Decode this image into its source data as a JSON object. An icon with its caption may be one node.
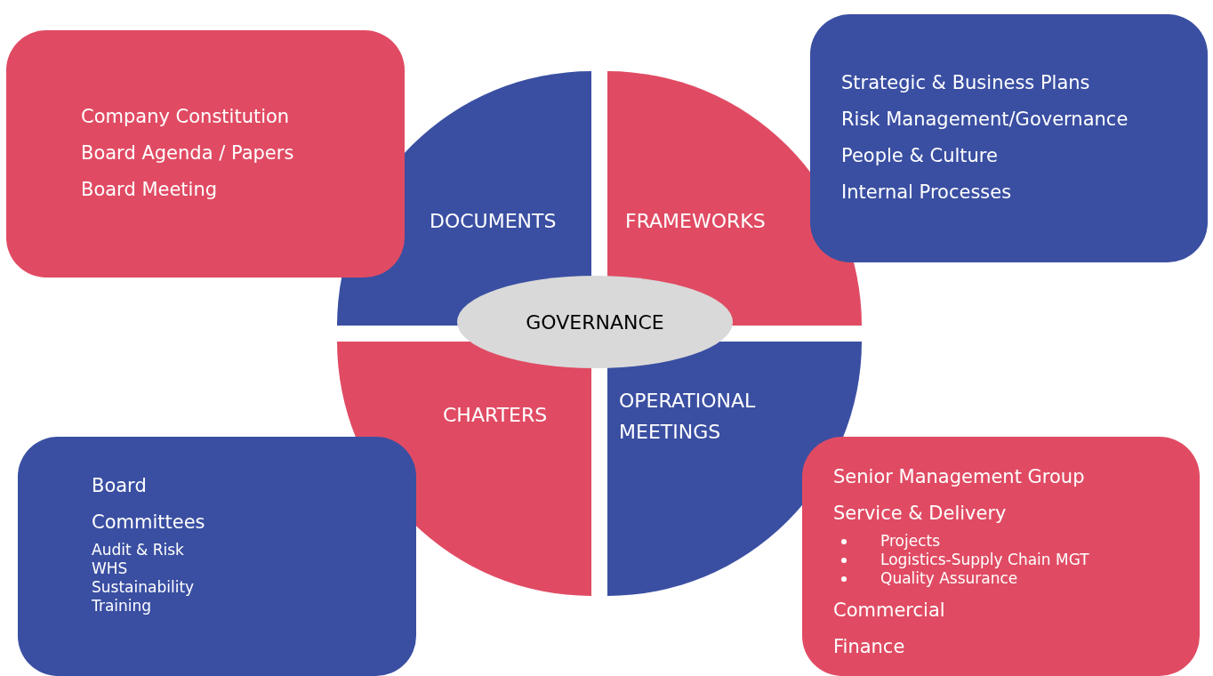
{
  "diagram": {
    "nodes": [
      {
        "text": [
          "Company Constitution",
          "Board Agenda / Papers",
          "Board Meeting"
        ]
      },
      {
        "text": [
          "DOCUMENTS"
        ]
      },
      {
        "text": [
          "FRAMEWORKS"
        ]
      },
      {
        "text": [
          "Strategic & Business Plans",
          "Risk Management/Governance",
          "People & Culture",
          "Internal Processes"
        ]
      },
      {
        "text": [
          "GOVERNANCE"
        ]
      },
      {
        "text": [
          "CHARTERS"
        ]
      },
      {
        "text": [
          "OPERATIONAL MEETINGS"
        ]
      },
      {
        "text": [
          "Board",
          "Committees",
          "Audit & Risk",
          "WHS",
          "Sustainability",
          "Training"
        ]
      },
      {
        "text": [
          "Senior Management Group",
          "Service & Delivery",
          "Projects",
          "Logistics-Supply Chain MGT",
          "Quality Assurance",
          "Commercial",
          "Finance"
        ]
      }
    ],
    "edges": []
  }
}
